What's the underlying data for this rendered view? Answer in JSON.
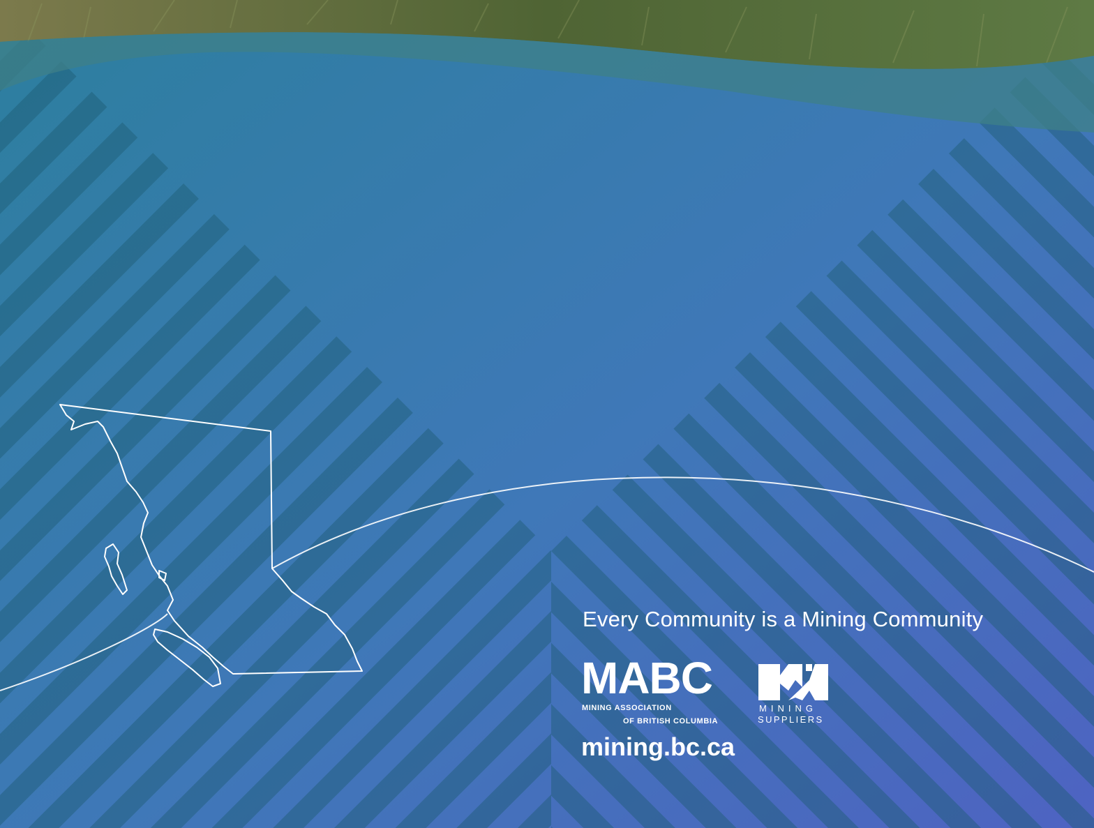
{
  "page": {
    "tagline": "Every Community is a Mining Community",
    "website": "mining.bc.ca"
  },
  "mabc_logo": {
    "wordmark": "MABC",
    "line1": "MINING ASSOCIATION",
    "line2": "OF BRITISH COLUMBIA"
  },
  "mining_suppliers_logo": {
    "line1": "MINING",
    "line2": "SUPPLIERS"
  },
  "colors": {
    "band_dark": "#2f6e8c",
    "band_light": "#4a82c0",
    "grass": "#5e6a3a",
    "wave_teal": "#3f7f86",
    "outline": "#ffffff"
  },
  "icons": {
    "map": "british-columbia-outline",
    "mark": "mining-suppliers-mountain-mark"
  }
}
